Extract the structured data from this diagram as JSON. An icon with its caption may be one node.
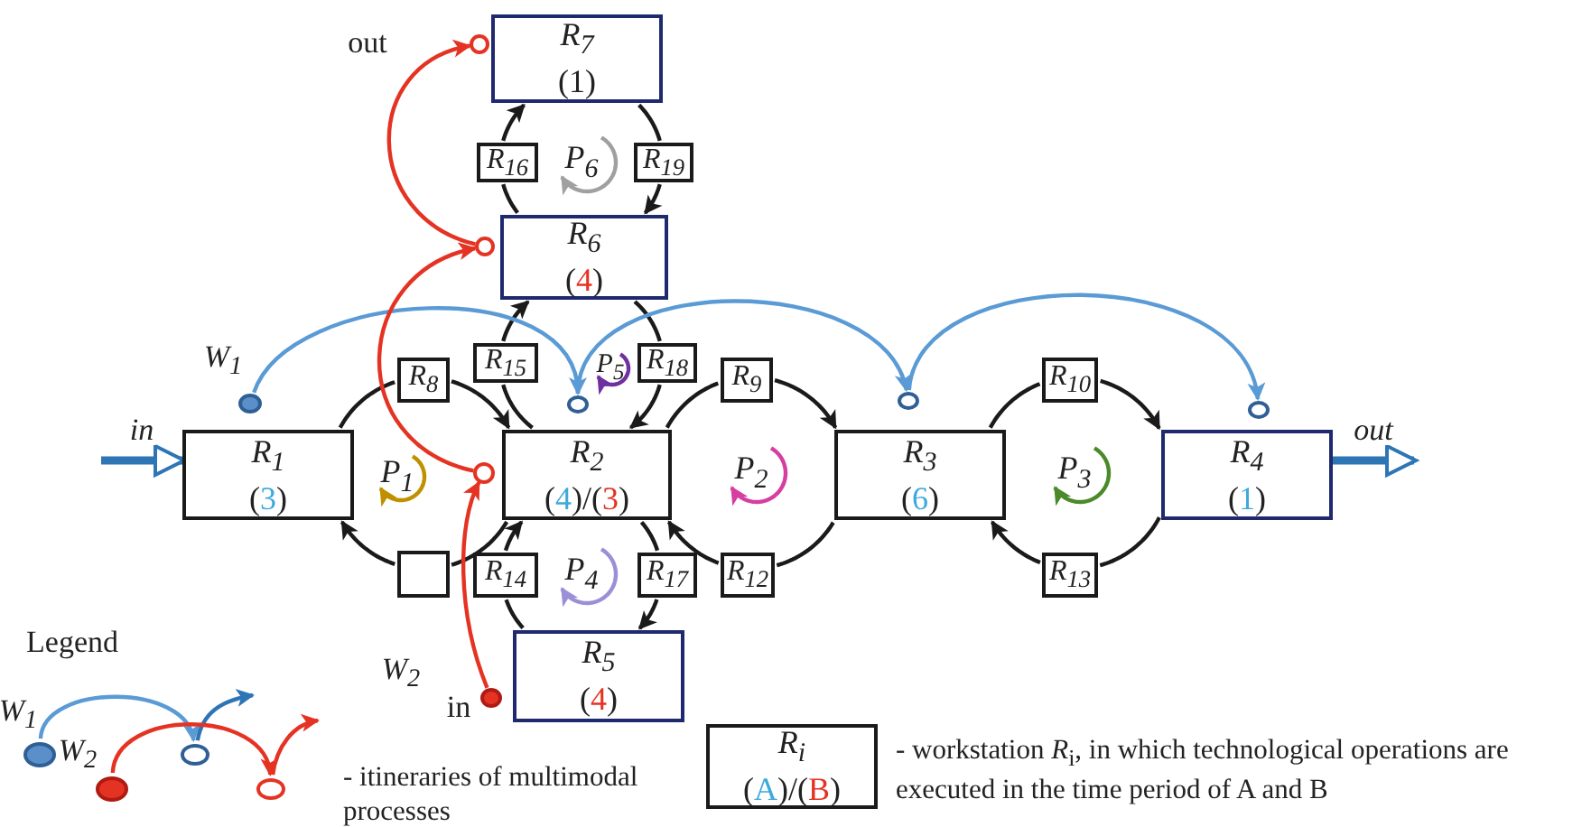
{
  "diagram": {
    "nodes": [
      {
        "text": [],
        "shape": "circle",
        "beside": [
          "out"
        ]
      },
      {
        "text": [
          "R$_{7}$",
          "(1)"
        ]
      },
      {
        "text": [
          "R$_{16}$"
        ]
      },
      {
        "text": [
          "R$_{19}$"
        ]
      },
      {
        "text": [],
        "shape": "circle"
      },
      {
        "text": [
          "R$_{6}$",
          "(4)"
        ]
      },
      {
        "text": [
          "R$_{15}$"
        ]
      },
      {
        "text": [
          "R$_{18}$"
        ]
      },
      {
        "text": [],
        "shape": "circle",
        "beside": [
          "W$_{1}$"
        ]
      },
      {
        "text": [
          "R$_{8}$"
        ]
      },
      {
        "text": [],
        "shape": "circle"
      },
      {
        "text": [
          "R$_{9}$"
        ]
      },
      {
        "text": [],
        "shape": "circle"
      },
      {
        "text": [
          "R$_{10}$"
        ]
      },
      {
        "text": [],
        "shape": "circle"
      },
      {
        "text": [
          "R$_{1}$",
          "(3)"
        ]
      },
      {
        "text": [],
        "shape": "circle"
      },
      {
        "text": [
          "R$_{2}$",
          "(4)/(3)"
        ]
      },
      {
        "text": [
          "R$_{3}$",
          "(6)"
        ]
      },
      {
        "text": [
          "R$_{4}$",
          "(1)"
        ]
      },
      {
        "text": [],
        "shape": "box"
      },
      {
        "text": [
          "R$_{14}$"
        ]
      },
      {
        "text": [
          "R$_{17}$"
        ]
      },
      {
        "text": [
          "R$_{12}$"
        ]
      },
      {
        "text": [
          "R$_{13}$"
        ]
      },
      {
        "text": [],
        "shape": "circle",
        "beside": [
          "W$_{2}$",
          "in"
        ]
      },
      {
        "text": [
          "R$_{5}$",
          "(4)"
        ]
      },
      {
        "text": [
          "R$_{i}$",
          "(A)/(B)"
        ]
      },
      {
        "text": [],
        "shape": "circle",
        "beside": [
          "W$_{1}$"
        ]
      },
      {
        "text": [],
        "shape": "circle",
        "beside": [
          "W$_{2}$"
        ]
      },
      {
        "text": [],
        "shape": "circle"
      },
      {
        "text": [],
        "shape": "circle"
      }
    ],
    "edges": [
      {
        "from": 15,
        "to": 9,
        "arrow": "none"
      },
      {
        "from": 9,
        "to": 17,
        "arrow": "to"
      },
      {
        "from": 17,
        "to": 20,
        "arrow": "none"
      },
      {
        "from": 20,
        "to": 15,
        "arrow": "to"
      },
      {
        "from": 17,
        "to": 11,
        "arrow": "none"
      },
      {
        "from": 11,
        "to": 18,
        "arrow": "to"
      },
      {
        "from": 18,
        "to": 23,
        "arrow": "none"
      },
      {
        "from": 23,
        "to": 17,
        "arrow": "to"
      },
      {
        "from": 18,
        "to": 13,
        "arrow": "none"
      },
      {
        "from": 13,
        "to": 19,
        "arrow": "to"
      },
      {
        "from": 19,
        "to": 24,
        "arrow": "none"
      },
      {
        "from": 24,
        "to": 18,
        "arrow": "to"
      },
      {
        "from": 26,
        "to": 21,
        "arrow": "none"
      },
      {
        "from": 21,
        "to": 17,
        "arrow": "to"
      },
      {
        "from": 17,
        "to": 22,
        "arrow": "none"
      },
      {
        "from": 22,
        "to": 26,
        "arrow": "to"
      },
      {
        "from": 17,
        "to": 6,
        "arrow": "none"
      },
      {
        "from": 6,
        "to": 5,
        "arrow": "to"
      },
      {
        "from": 5,
        "to": 7,
        "arrow": "none"
      },
      {
        "from": 7,
        "to": 17,
        "arrow": "to"
      },
      {
        "from": 5,
        "to": 2,
        "arrow": "none"
      },
      {
        "from": 2,
        "to": 1,
        "arrow": "to"
      },
      {
        "from": 1,
        "to": 3,
        "arrow": "none"
      },
      {
        "from": 3,
        "to": 5,
        "arrow": "to"
      },
      {
        "from": 8,
        "to": 10,
        "arrow": "to",
        "color": "#5b9bd5"
      },
      {
        "from": 10,
        "to": 12,
        "arrow": "to",
        "color": "#5b9bd5"
      },
      {
        "from": 12,
        "to": 14,
        "arrow": "to",
        "color": "#5b9bd5"
      },
      {
        "from": 25,
        "to": 16,
        "arrow": "to",
        "color": "#e53323"
      },
      {
        "from": 16,
        "to": 4,
        "arrow": "to",
        "color": "#e53323"
      },
      {
        "from": 4,
        "to": 0,
        "arrow": "to",
        "color": "#e53323"
      },
      {
        "from": null,
        "to": 15,
        "arrow": "to",
        "label": "in",
        "style": "thick",
        "color": "#2e75b6"
      },
      {
        "from": 19,
        "to": null,
        "arrow": "to",
        "label": "out",
        "style": "thick",
        "color": "#2e75b6"
      },
      {
        "from": 28,
        "to": 30,
        "arrow": "to",
        "color": "#5b9bd5"
      },
      {
        "from": 30,
        "to": null,
        "arrow": "to",
        "color": "#2e75b6"
      },
      {
        "from": 29,
        "to": 31,
        "arrow": "to",
        "color": "#e53323"
      },
      {
        "from": 31,
        "to": null,
        "arrow": "to",
        "color": "#e53323"
      }
    ],
    "labels": [
      "P$_{6}$",
      "P$_{5}$",
      "P$_{1}$",
      "P$_{2}$",
      "P$_{3}$",
      "P$_{4}$",
      "Legend"
    ],
    "legend": [
      {
        "text": "- itineraries of multimodal processes"
      },
      {
        "text": "- workstation *R*$_{i}$, in which technological operations are executed in the time period of A and B"
      }
    ]
  }
}
